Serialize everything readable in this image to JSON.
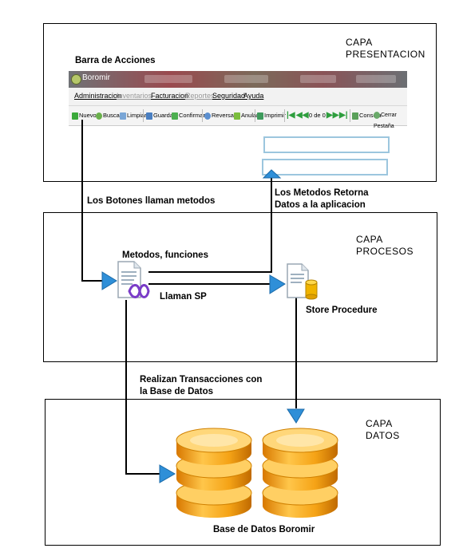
{
  "layers": {
    "presentacion": {
      "title_line1": "CAPA",
      "title_line2": "PRESENTACION"
    },
    "procesos": {
      "title_line1": "CAPA",
      "title_line2": "PROCESOS"
    },
    "datos": {
      "title_line1": "CAPA",
      "title_line2": "DATOS"
    }
  },
  "labels": {
    "barra_acciones": "Barra de Acciones",
    "botones_llaman": "Los Botones llaman metodos",
    "metodos_retorna_1": "Los Metodos Retorna",
    "metodos_retorna_2": "Datos a la aplicacion",
    "metodos_funciones": "Metodos, funciones",
    "llaman_sp": "Llaman SP",
    "store_procedure": "Store Procedure",
    "transacciones_1": "Realizan Transacciones con",
    "transacciones_2": "la Base de Datos",
    "base_datos": "Base de Datos Boromir"
  },
  "app": {
    "window_title": "Boromir",
    "menu": [
      "Administracion",
      "Inventarios",
      "Facturacion",
      "Reportes",
      "Seguridad",
      "Ayuda"
    ],
    "toolbar": {
      "nuevo": "Nuevo",
      "buscar": "Buscar",
      "limpiar": "Limpiar",
      "guardar": "Guardar",
      "confirmar": "Confirmar",
      "reversar": "Reversar",
      "anular": "Anular",
      "imprimir": "Imprimir",
      "record_counter": "0 de 0",
      "consola": "Consola",
      "cerrar_pestana": "Cerrar Pestaña"
    }
  },
  "colors": {
    "arrow_blue": "#2f8fd8",
    "db_orange": "#f5a316",
    "field_border": "#9cc6de"
  },
  "icons": {
    "method": "document-with-infinity-icon",
    "stored_procedure": "document-with-database-icon",
    "database": "database-cylinder-icon"
  }
}
